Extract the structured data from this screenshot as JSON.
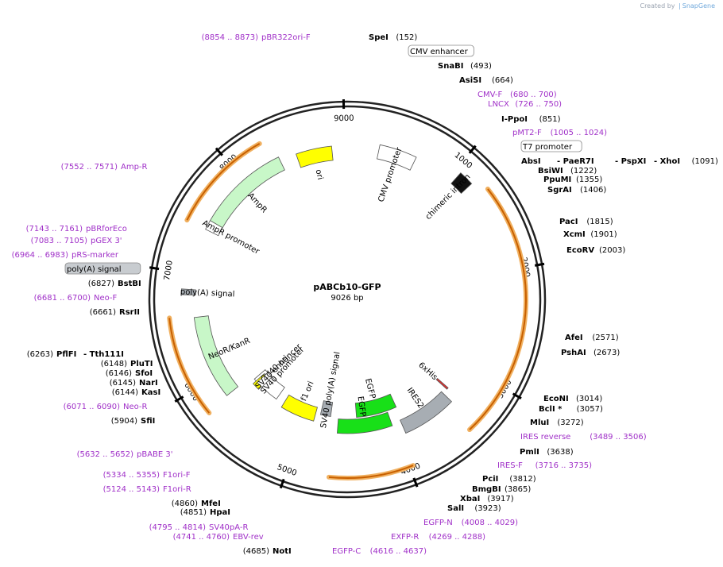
{
  "credit": {
    "prefix": "Created by",
    "brand": "SnapGene"
  },
  "plasmid": {
    "name": "pABCb10-GFP",
    "size": "9026 bp",
    "length": 9026
  },
  "colors": {
    "primer": "#a030c8",
    "feature_yellow": "#ffff00",
    "feature_green": "#00ee00",
    "feature_lightgreen": "#ccffcc",
    "feature_gray": "#a0a8b0",
    "orf": "#f0b060",
    "orf_dark": "#c86000"
  },
  "ticks": [
    "1000",
    "2000",
    "3000",
    "4000",
    "5000",
    "6000",
    "7000",
    "8000",
    "9000"
  ],
  "features": [
    {
      "label": "CMV promoter",
      "color": "white",
      "start": 300,
      "end": 650
    },
    {
      "label": "chimeric intron",
      "color": "black",
      "start": 1050,
      "end": 1180
    },
    {
      "label": "IRES2",
      "color": "gray",
      "start": 3370,
      "end": 3920
    },
    {
      "label": "6xHis",
      "color": "red",
      "start": 3290,
      "end": 3310
    },
    {
      "label": "EGFP",
      "color": "green",
      "start": 3900,
      "end": 4400
    },
    {
      "label": "EGFP",
      "color": "green",
      "start": 4020,
      "end": 4620
    },
    {
      "label": "SV40 poly(A) signal",
      "color": "gray",
      "start": 4715,
      "end": 4840
    },
    {
      "label": "f1 ori",
      "color": "yellow",
      "start": 4900,
      "end": 5300
    },
    {
      "label": "SV40 promoter",
      "color": "white",
      "start": 5400,
      "end": 5750
    },
    {
      "label": "SV40 ori",
      "color": "yellow",
      "start": 5630,
      "end": 5720
    },
    {
      "label": "SV40 enhancer",
      "color": "white",
      "start": 5620,
      "end": 5700
    },
    {
      "label": "NeoR/KanR",
      "color": "lightgreen",
      "start": 5800,
      "end": 6600
    },
    {
      "label": "poly(A) signal",
      "color": "gray",
      "start": 6810,
      "end": 6860
    },
    {
      "label": "AmpR promoter",
      "color": "white",
      "start": 7430,
      "end": 7520
    },
    {
      "label": "AmpR",
      "color": "lightgreen",
      "start": 7520,
      "end": 8380
    },
    {
      "label": "ori",
      "color": "yellow",
      "start": 8540,
      "end": 8880
    }
  ],
  "orfs": [
    {
      "start": 1300,
      "end": 3430
    },
    {
      "start": 3970,
      "end": 4660
    },
    {
      "start": 5780,
      "end": 6620
    },
    {
      "start": 7430,
      "end": 8290
    }
  ],
  "labels": [
    {
      "name": "SpeI",
      "num": "(152)",
      "kind": "site"
    },
    {
      "name": "CMV enhancer",
      "num": "",
      "kind": "boxed"
    },
    {
      "name": "SnaBI",
      "num": "(493)",
      "kind": "site"
    },
    {
      "name": "AsiSI",
      "num": "(664)",
      "kind": "site"
    },
    {
      "name": "CMV-F",
      "num": "(680 .. 700)",
      "kind": "primer"
    },
    {
      "name": "LNCX",
      "num": "(726 .. 750)",
      "kind": "primer"
    },
    {
      "name": "I-PpoI",
      "num": "(851)",
      "kind": "site"
    },
    {
      "name": "pMT2-F",
      "num": "(1005 .. 1024)",
      "kind": "primer"
    },
    {
      "name": "T7 promoter",
      "num": "",
      "kind": "boxed"
    },
    {
      "name": "AbsI",
      "num": "",
      "kind": "site"
    },
    {
      "name": "- PaeR7I",
      "num": "",
      "kind": "site"
    },
    {
      "name": "- PspXI",
      "num": "",
      "kind": "site"
    },
    {
      "name": "- XhoI",
      "num": "(1091)",
      "kind": "site"
    },
    {
      "name": "BsiWI",
      "num": "(1222)",
      "kind": "site"
    },
    {
      "name": "PpuMI",
      "num": "(1355)",
      "kind": "site"
    },
    {
      "name": "SgrAI",
      "num": "(1406)",
      "kind": "site"
    },
    {
      "name": "PacI",
      "num": "(1815)",
      "kind": "site"
    },
    {
      "name": "XcmI",
      "num": "(1901)",
      "kind": "site"
    },
    {
      "name": "EcoRV",
      "num": "(2003)",
      "kind": "site"
    },
    {
      "name": "AfeI",
      "num": "(2571)",
      "kind": "site"
    },
    {
      "name": "PshAI",
      "num": "(2673)",
      "kind": "site"
    },
    {
      "name": "EcoNI",
      "num": "(3014)",
      "kind": "site"
    },
    {
      "name": "BclI *",
      "num": "(3057)",
      "kind": "site"
    },
    {
      "name": "MluI",
      "num": "(3272)",
      "kind": "site"
    },
    {
      "name": "IRES reverse",
      "num": "(3489 .. 3506)",
      "kind": "primer"
    },
    {
      "name": "PmlI",
      "num": "(3638)",
      "kind": "site"
    },
    {
      "name": "IRES-F",
      "num": "(3716 .. 3735)",
      "kind": "primer"
    },
    {
      "name": "PciI",
      "num": "(3812)",
      "kind": "site"
    },
    {
      "name": "BmgBI",
      "num": "(3865)",
      "kind": "site"
    },
    {
      "name": "XbaI",
      "num": "(3917)",
      "kind": "site"
    },
    {
      "name": "SalI",
      "num": "(3923)",
      "kind": "site"
    },
    {
      "name": "EGFP-N",
      "num": "(4008 .. 4029)",
      "kind": "primer"
    },
    {
      "name": "EXFP-R",
      "num": "(4269 .. 4288)",
      "kind": "primer"
    },
    {
      "name": "EGFP-C",
      "num": "(4616 .. 4637)",
      "kind": "primer"
    },
    {
      "name": "NotI",
      "num": "(4685)",
      "kind": "site"
    },
    {
      "name": "EBV-rev",
      "num": "(4741 .. 4760)",
      "kind": "primer"
    },
    {
      "name": "SV40pA-R",
      "num": "(4795 .. 4814)",
      "kind": "primer"
    },
    {
      "name": "HpaI",
      "num": "(4851)",
      "kind": "site"
    },
    {
      "name": "MfeI",
      "num": "(4860)",
      "kind": "site"
    },
    {
      "name": "F1ori-R",
      "num": "(5124 .. 5143)",
      "kind": "primer"
    },
    {
      "name": "F1ori-F",
      "num": "(5334 .. 5355)",
      "kind": "primer"
    },
    {
      "name": "pBABE 3'",
      "num": "(5632 .. 5652)",
      "kind": "primer"
    },
    {
      "name": "SfiI",
      "num": "(5904)",
      "kind": "site"
    },
    {
      "name": "Neo-R",
      "num": "(6071 .. 6090)",
      "kind": "primer"
    },
    {
      "name": "KasI",
      "num": "(6144)",
      "kind": "site"
    },
    {
      "name": "NarI",
      "num": "(6145)",
      "kind": "site"
    },
    {
      "name": "SfoI",
      "num": "(6146)",
      "kind": "site"
    },
    {
      "name": "PluTI",
      "num": "(6148)",
      "kind": "site"
    },
    {
      "name": "PflFI",
      "num": "(6263)",
      "kind": "site"
    },
    {
      "name": "- Tth111I",
      "num": "",
      "kind": "site"
    },
    {
      "name": "RsrII",
      "num": "(6661)",
      "kind": "site"
    },
    {
      "name": "Neo-F",
      "num": "(6681 .. 6700)",
      "kind": "primer"
    },
    {
      "name": "BstBI",
      "num": "(6827)",
      "kind": "site"
    },
    {
      "name": "poly(A) signal",
      "num": "",
      "kind": "boxed-gray"
    },
    {
      "name": "pRS-marker",
      "num": "(6964 .. 6983)",
      "kind": "primer"
    },
    {
      "name": "pGEX 3'",
      "num": "(7083 .. 7105)",
      "kind": "primer"
    },
    {
      "name": "pBRforEco",
      "num": "(7143 .. 7161)",
      "kind": "primer"
    },
    {
      "name": "Amp-R",
      "num": "(7552 .. 7571)",
      "kind": "primer"
    },
    {
      "name": "pBR322ori-F",
      "num": "(8854 .. 8873)",
      "kind": "primer"
    }
  ]
}
